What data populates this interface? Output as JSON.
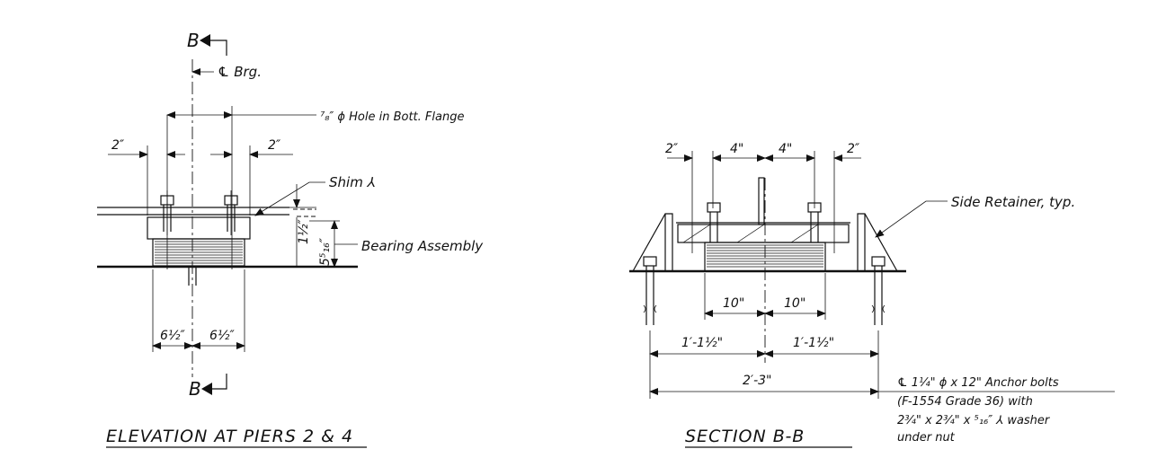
{
  "elevation": {
    "section_mark_top": "B",
    "section_mark_bottom": "B",
    "cl_brg": "℄ Brg.",
    "hole_note": "⁷₈″ ϕ Hole in Bott. Flange",
    "dim_left_top": "2″",
    "dim_right_top": "2″",
    "shim_label": "Shim ⅄",
    "dim_vert_1": "1½″",
    "dim_vert_2": "5⁵₁₆″",
    "bearing_label": "Bearing Assembly",
    "dim_bottom_left": "6½″",
    "dim_bottom_right": "6½″",
    "title": "ELEVATION AT PIERS 2 & 4"
  },
  "section": {
    "dim_2_left": "2″",
    "dim_4_left": "4\"",
    "dim_4_right": "4\"",
    "dim_2_right": "2″",
    "retainer_label": "Side Retainer, typ.",
    "dim_10_left": "10\"",
    "dim_10_right": "10\"",
    "dim_112_left": "1′-1½\"",
    "dim_112_right": "1′-1½\"",
    "dim_overall": "2′-3\"",
    "anchor_line1": "℄ 1¼\" ϕ x 12\" Anchor bolts",
    "anchor_line2": "(F-1554 Grade 36) with",
    "anchor_line3": "2¾\" x 2¾\" x ⁵₁₆″ ⅄ washer",
    "anchor_line4": "under nut",
    "title": "SECTION B-B"
  }
}
